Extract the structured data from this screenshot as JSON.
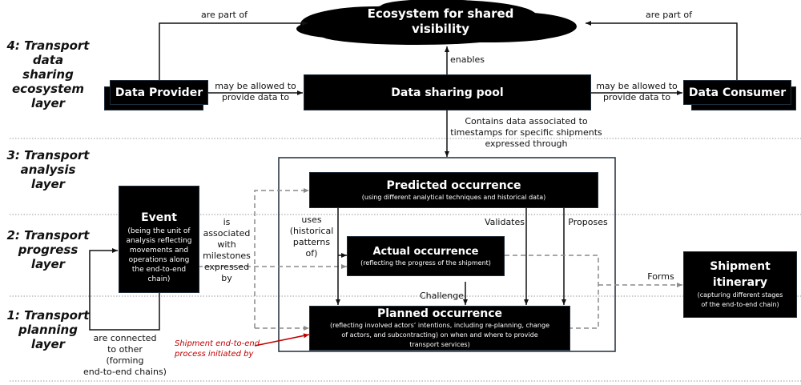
{
  "layers": [
    {
      "id": "layer-4",
      "label_lines": [
        "4: Transport",
        "data",
        "sharing",
        "ecosystem",
        "layer"
      ]
    },
    {
      "id": "layer-3",
      "label_lines": [
        "3: Transport",
        "analysis",
        "layer"
      ]
    },
    {
      "id": "layer-2",
      "label_lines": [
        "2: Transport",
        "progress",
        "layer"
      ]
    },
    {
      "id": "layer-1",
      "label_lines": [
        "1: Transport",
        "planning",
        "layer"
      ]
    }
  ],
  "nodes": {
    "ecosystem": {
      "title_lines": [
        "Ecosystem for shared",
        "visibility"
      ]
    },
    "data_provider": {
      "title": "Data Provider"
    },
    "data_sharing_pool": {
      "title": "Data sharing pool"
    },
    "data_consumer": {
      "title": "Data Consumer"
    },
    "event": {
      "title": "Event",
      "sub_lines": [
        "(being the unit of",
        "analysis reflecting",
        "movements and",
        "operations along",
        "the end-to-end",
        "chain)"
      ]
    },
    "predicted": {
      "title": "Predicted occurrence",
      "sub": "(using different analytical techniques and historical data)"
    },
    "actual": {
      "title": "Actual occurrence",
      "sub": "(reflecting the progress of the shipment)"
    },
    "planned": {
      "title": "Planned occurrence",
      "sub_lines": [
        "(reflecting involved actors’ intentions, including re-planning, change",
        "of actors,  and subcontracting) on when and where to provide",
        "transport services)"
      ]
    },
    "itinerary": {
      "title_lines": [
        "Shipment",
        "itinerary"
      ],
      "sub_lines": [
        "(capturing different stages",
        "of the end-to-end chain)"
      ]
    }
  },
  "edge_labels": {
    "provider_part_of": "are part of",
    "consumer_part_of": "are part of",
    "provider_to_pool": [
      "may be allowed to",
      "provide data to"
    ],
    "pool_to_consumer": [
      "may be allowed to",
      "provide data to"
    ],
    "enables": "enables",
    "contains": [
      "Contains data associated to",
      "timestamps for specific shipments",
      "expressed through"
    ],
    "event_milestones": [
      "is",
      "associated",
      "with",
      "milestones",
      "expressed",
      "by"
    ],
    "uses": [
      "uses",
      "(historical",
      "patterns of)"
    ],
    "validates": "Validates",
    "proposes": "Proposes",
    "challenge": "Challenge",
    "forms": "Forms",
    "connected": [
      "are connected",
      "to other",
      "(forming",
      "end-to-end chains)"
    ],
    "initiated": [
      "Shipment end-to-end",
      "process initiated by"
    ]
  },
  "colors": {
    "node_fill": "#000000",
    "node_text": "#ffffff",
    "edge": "#111111",
    "dashed_edge": "#8a8a8a",
    "separator": "#9a9a9a",
    "highlight": "#c00000",
    "container_border": "#1f2d3a"
  }
}
